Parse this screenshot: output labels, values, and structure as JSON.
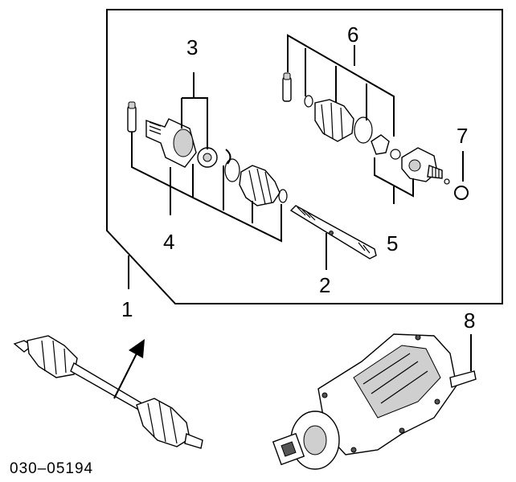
{
  "diagram": {
    "part_number": "030–05194",
    "callouts": [
      {
        "id": "1",
        "label": "1"
      },
      {
        "id": "2",
        "label": "2"
      },
      {
        "id": "3",
        "label": "3"
      },
      {
        "id": "4",
        "label": "4"
      },
      {
        "id": "5",
        "label": "5"
      },
      {
        "id": "6",
        "label": "6"
      },
      {
        "id": "7",
        "label": "7"
      },
      {
        "id": "8",
        "label": "8"
      }
    ]
  }
}
